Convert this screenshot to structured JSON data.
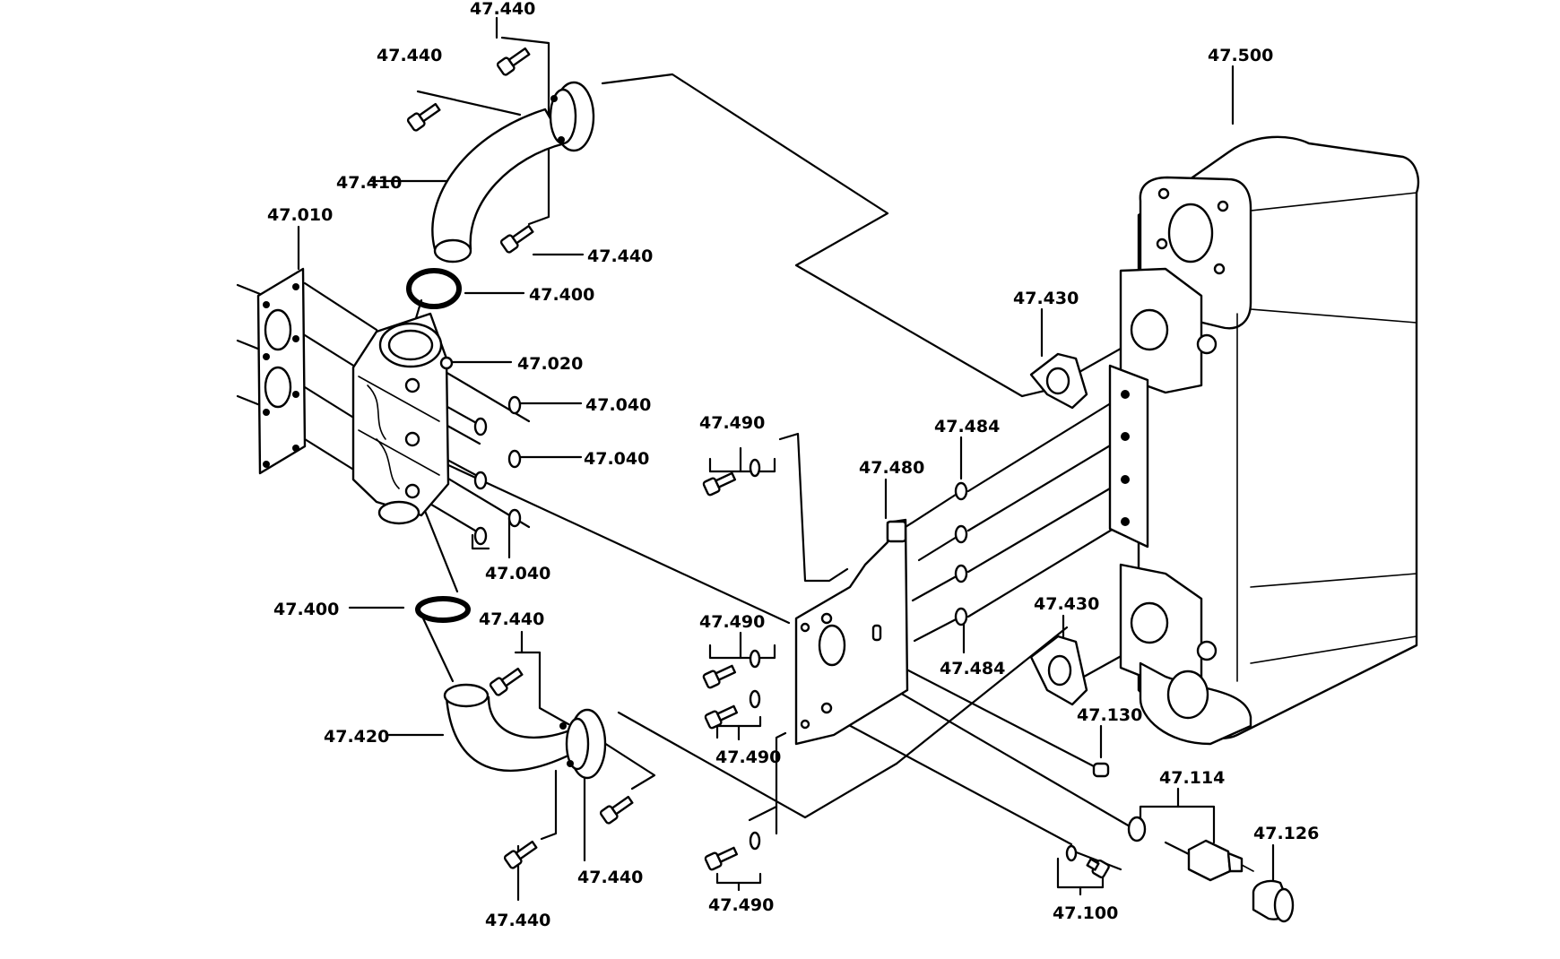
{
  "labels": {
    "l47440_a": "47.440",
    "l47440_b": "47.440",
    "l47440_c": "47.440",
    "l47440_d": "47.440",
    "l47440_e": "47.440",
    "l47440_f": "47.440",
    "l47410": "47.410",
    "l47010": "47.010",
    "l47400_a": "47.400",
    "l47400_b": "47.400",
    "l47020": "47.020",
    "l47040_a": "47.040",
    "l47040_b": "47.040",
    "l47040_c": "47.040",
    "l47420": "47.420",
    "l47490_a": "47.490",
    "l47490_b": "47.490",
    "l47490_c": "47.490",
    "l47490_d": "47.490",
    "l47480": "47.480",
    "l47484_a": "47.484",
    "l47484_b": "47.484",
    "l47430_a": "47.430",
    "l47430_b": "47.430",
    "l47500": "47.500",
    "l47130": "47.130",
    "l47114": "47.114",
    "l47126": "47.126",
    "l47100": "47.100"
  }
}
